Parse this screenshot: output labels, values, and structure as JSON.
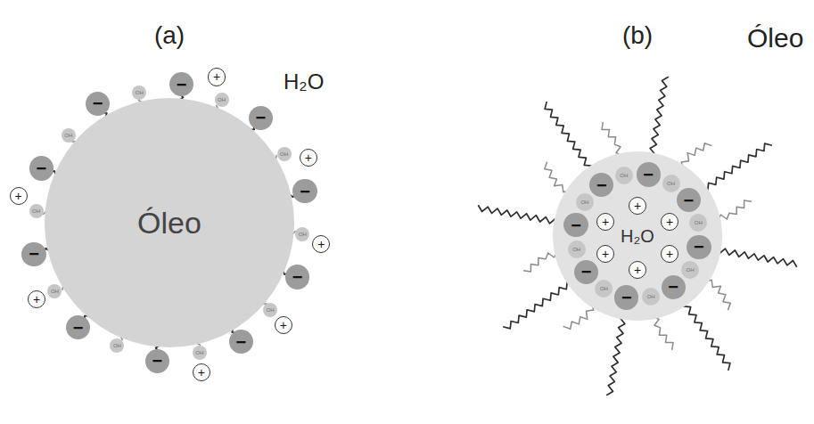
{
  "diagram": {
    "nodes": [
      {
        "text": [
          "Óleo"
        ]
      },
      {
        "text": [
          "−"
        ]
      },
      {
        "text": [
          "−"
        ]
      },
      {
        "text": [
          "−"
        ]
      },
      {
        "text": [
          "−"
        ]
      },
      {
        "text": [
          "−"
        ]
      },
      {
        "text": [
          "−"
        ]
      },
      {
        "text": [
          "−"
        ]
      },
      {
        "text": [
          "−"
        ]
      },
      {
        "text": [
          "−"
        ]
      },
      {
        "text": [
          "−"
        ]
      },
      {
        "text": [
          "OH"
        ]
      },
      {
        "text": [
          "OH"
        ]
      },
      {
        "text": [
          "OH"
        ]
      },
      {
        "text": [
          "OH"
        ]
      },
      {
        "text": [
          "OH"
        ]
      },
      {
        "text": [
          "OH"
        ]
      },
      {
        "text": [
          "OH"
        ]
      },
      {
        "text": [
          "OH"
        ]
      },
      {
        "text": [
          "OH"
        ]
      },
      {
        "text": [
          "OH"
        ]
      },
      {
        "text": [
          "+"
        ]
      },
      {
        "text": [
          "+"
        ]
      },
      {
        "text": [
          "+"
        ]
      },
      {
        "text": [
          "+"
        ]
      },
      {
        "text": [
          "+"
        ]
      },
      {
        "text": [
          "+"
        ]
      },
      {
        "text": [
          "+"
        ]
      },
      {
        "text": [
          "H₂O"
        ]
      },
      {
        "text": [
          "−"
        ],
        "in": 28
      },
      {
        "text": [
          "−"
        ],
        "in": 28
      },
      {
        "text": [
          "−"
        ],
        "in": 28
      },
      {
        "text": [
          "−"
        ],
        "in": 28
      },
      {
        "text": [
          "−"
        ],
        "in": 28
      },
      {
        "text": [
          "−"
        ],
        "in": 28
      },
      {
        "text": [
          "−"
        ],
        "in": 28
      },
      {
        "text": [
          "−"
        ],
        "in": 28
      },
      {
        "text": [
          "OH"
        ],
        "in": 28
      },
      {
        "text": [
          "OH"
        ],
        "in": 28
      },
      {
        "text": [
          "OH"
        ],
        "in": 28
      },
      {
        "text": [
          "OH"
        ],
        "in": 28
      },
      {
        "text": [
          "OH"
        ],
        "in": 28
      },
      {
        "text": [
          "OH"
        ],
        "in": 28
      },
      {
        "text": [
          "OH"
        ],
        "in": 28
      },
      {
        "text": [
          "OH"
        ],
        "in": 28
      },
      {
        "text": [
          "+"
        ],
        "in": 28
      },
      {
        "text": [
          "+"
        ],
        "in": 28
      },
      {
        "text": [
          "+"
        ],
        "in": 28
      },
      {
        "text": [
          "+"
        ],
        "in": 28
      },
      {
        "text": [
          "+"
        ],
        "in": 28
      },
      {
        "text": [
          "+"
        ],
        "in": 28
      }
    ],
    "labels": [
      "(a)",
      "(b)",
      "H₂O",
      "Óleo"
    ]
  }
}
